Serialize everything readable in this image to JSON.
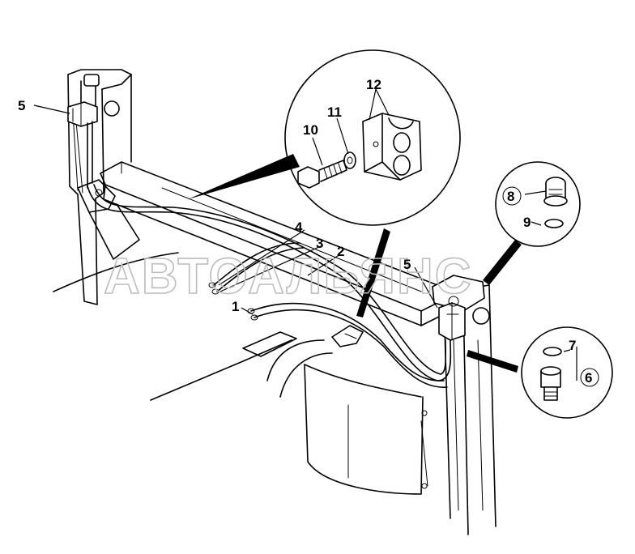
{
  "watermark": "АВТОАЛЬЯНС",
  "callouts": {
    "c1": "1",
    "c2": "2",
    "c3": "3",
    "c4": "4",
    "c5_left": "5",
    "c5_right": "5",
    "c6": "6",
    "c7": "7",
    "c8": "8",
    "c9": "9",
    "c10": "10",
    "c11": "11",
    "c12": "12"
  },
  "colors": {
    "ink": "#000000",
    "paper": "#ffffff",
    "watermark": "#bdbdbd"
  }
}
